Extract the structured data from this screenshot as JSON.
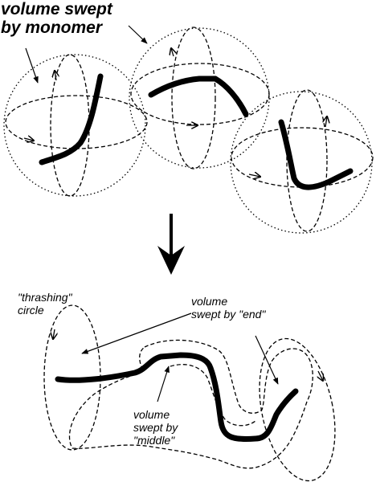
{
  "labels": {
    "volume_swept_by_monomer": "volume swept\nby monomer",
    "thrashing_circle": "\"thrashing\"\ncircle",
    "volume_swept_by_end": "volume\nswept by \"end\"",
    "volume_swept_by_middle": "volume\nswept by\n\"middle\""
  },
  "colors": {
    "ink": "#000000",
    "background": "#ffffff"
  }
}
